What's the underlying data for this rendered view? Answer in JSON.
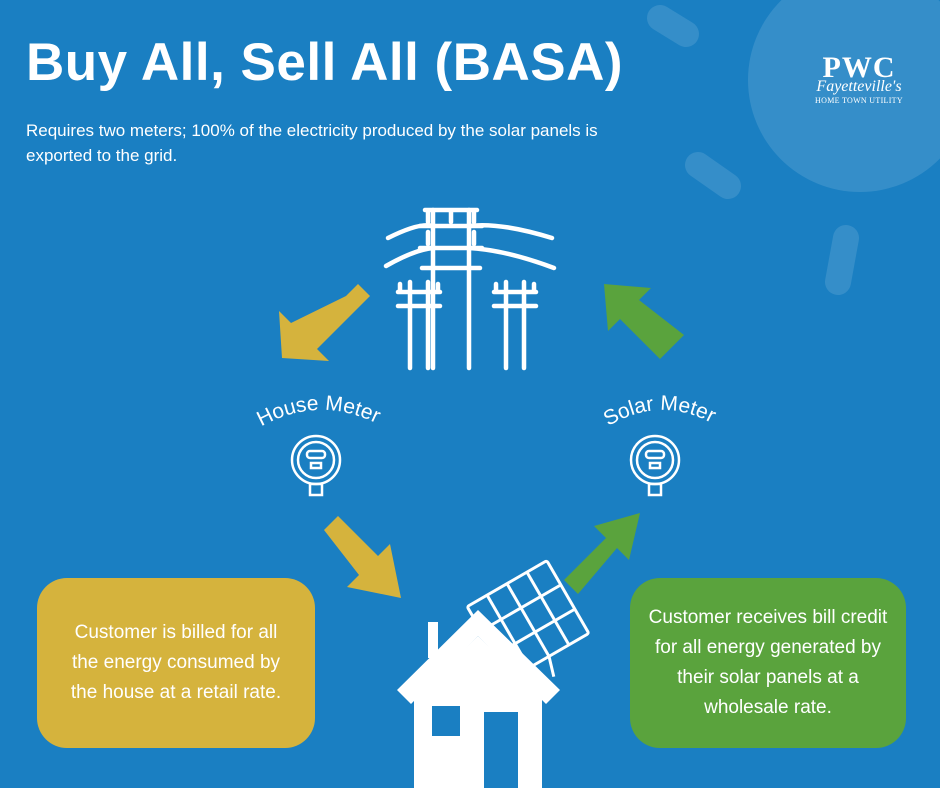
{
  "title": "Buy All, Sell All (BASA)",
  "subtitle": "Requires two meters; 100% of the electricity produced by the solar panels is exported to the grid.",
  "logo": {
    "brand": "PWC",
    "city": "Fayetteville's",
    "tagline": "HOME TOWN UTILITY"
  },
  "meters": {
    "house": "House Meter",
    "solar": "Solar Meter"
  },
  "callouts": {
    "house_billing": "Customer is billed for all the energy consumed by the house at a retail rate.",
    "solar_credit": "Customer receives bill credit for all energy generated by their solar panels at a wholesale rate."
  },
  "colors": {
    "background": "#1a7fc2",
    "yellow": "#d5b33d",
    "green": "#5aa33d",
    "white": "#ffffff"
  },
  "icons": [
    "sun-decoration",
    "power-lines-icon",
    "meter-icon",
    "house-icon",
    "solar-panel-icon",
    "arrow-icon"
  ]
}
